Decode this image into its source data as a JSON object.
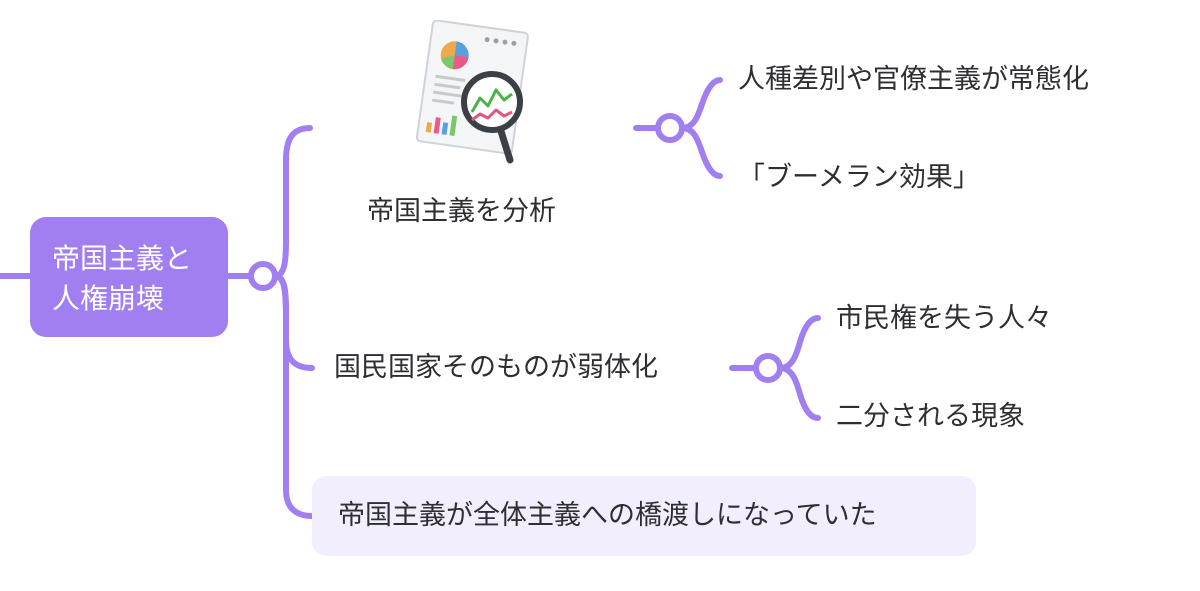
{
  "colors": {
    "accent": "#a27ff0",
    "branch_line": "#a27ff0",
    "highlight_box": "#f3eefd",
    "text": "#2f2f33"
  },
  "root": {
    "line1": "帝国主義と",
    "line2": "人権崩壊"
  },
  "branches": {
    "analysis": {
      "label": "帝国主義を分析",
      "icon": "report-magnifier-icon",
      "children": [
        "人種差別や官僚主義が常態化",
        "「ブーメラン効果」"
      ]
    },
    "nation_state": {
      "label": "国民国家そのものが弱体化",
      "children": [
        "市民権を失う人々",
        "二分される現象"
      ]
    },
    "bridge": {
      "label": "帝国主義が全体主義への橋渡しになっていた"
    }
  }
}
